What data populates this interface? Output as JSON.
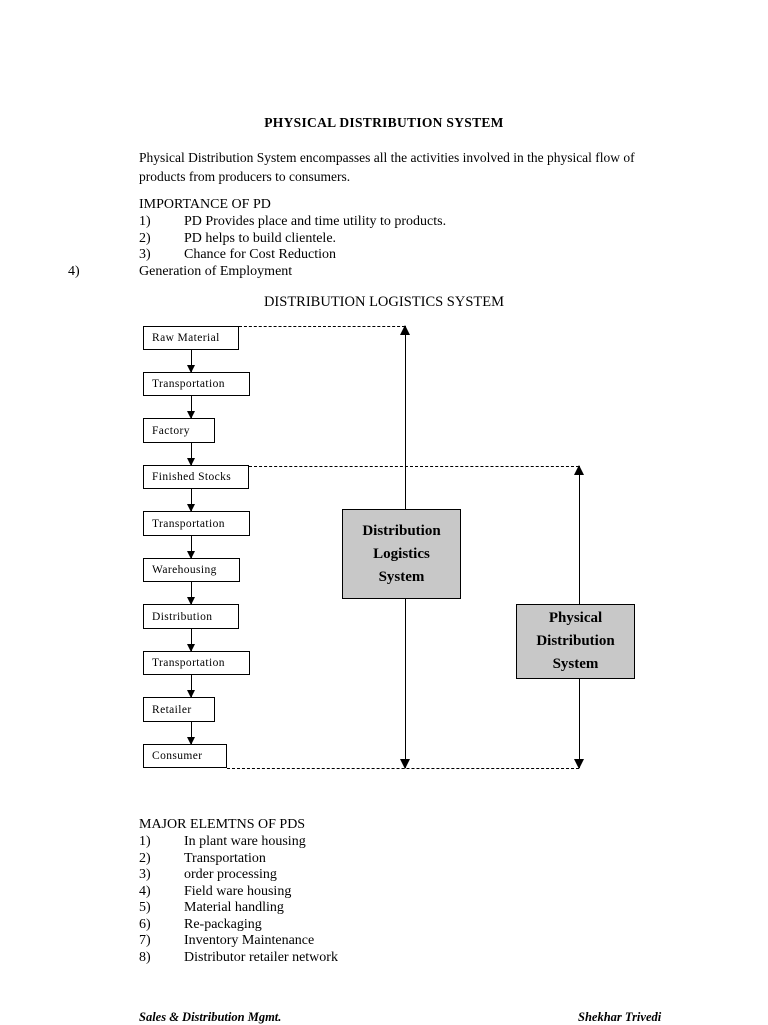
{
  "document": {
    "title": "PHYSICAL DISTRIBUTION SYSTEM",
    "intro": "Physical Distribution System encompasses all the activities involved in the physical flow of products from producers to consumers.",
    "importance": {
      "heading": "IMPORTANCE OF PD",
      "items": [
        {
          "num": "1)",
          "text": "PD Provides place and time utility to products."
        },
        {
          "num": "2)",
          "text": "PD helps to build clientele."
        },
        {
          "num": "3)",
          "text": "Chance for Cost Reduction"
        }
      ],
      "item4": {
        "num": "4)",
        "text": "Generation of Employment"
      }
    },
    "diagram": {
      "title": "DISTRIBUTION LOGISTICS SYSTEM",
      "flow": [
        "Raw Material",
        "Transportation",
        "Factory",
        "Finished Stocks",
        "Transportation",
        "Warehousing",
        "Distribution",
        "Transportation",
        "Retailer",
        "Consumer"
      ],
      "callouts": [
        {
          "lines": [
            "Distribution",
            "Logistics",
            "System"
          ]
        },
        {
          "lines": [
            "Physical",
            "Distribution",
            "System"
          ]
        }
      ],
      "callout_fill": "#c8c8c8"
    },
    "major_elements": {
      "heading": "MAJOR ELEMTNS OF PDS",
      "items": [
        {
          "num": "1)",
          "text": "In plant ware housing"
        },
        {
          "num": "2)",
          "text": "Transportation"
        },
        {
          "num": "3)",
          "text": "order processing"
        },
        {
          "num": "4)",
          "text": "Field ware housing"
        },
        {
          "num": "5)",
          "text": "Material handling"
        },
        {
          "num": "6)",
          "text": "Re-packaging"
        },
        {
          "num": "7)",
          "text": "Inventory Maintenance"
        },
        {
          "num": "8)",
          "text": "Distributor retailer network"
        }
      ]
    },
    "footer": {
      "left": "Sales & Distribution Mgmt.",
      "right": "Shekhar Trivedi"
    }
  }
}
